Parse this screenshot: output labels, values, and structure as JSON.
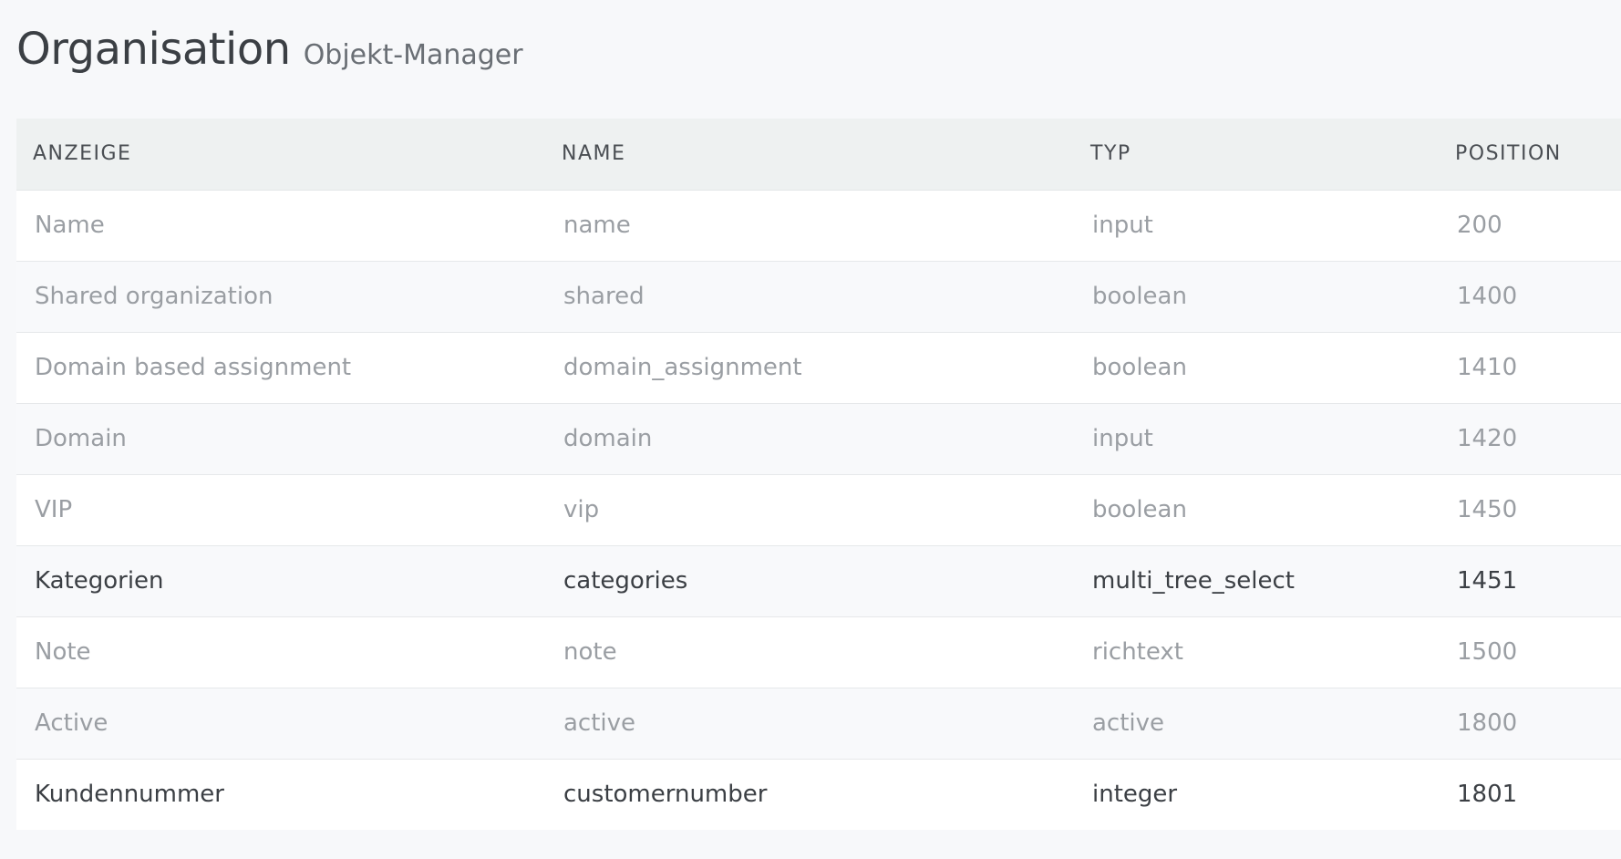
{
  "header": {
    "title": "Organisation",
    "subtitle": "Objekt-Manager"
  },
  "table": {
    "columns": [
      "ANZEIGE",
      "NAME",
      "TYP",
      "POSITION"
    ],
    "rows": [
      {
        "display": "Name",
        "name": "name",
        "type": "input",
        "position": "200",
        "active": false
      },
      {
        "display": "Shared organization",
        "name": "shared",
        "type": "boolean",
        "position": "1400",
        "active": false
      },
      {
        "display": "Domain based assignment",
        "name": "domain_assignment",
        "type": "boolean",
        "position": "1410",
        "active": false
      },
      {
        "display": "Domain",
        "name": "domain",
        "type": "input",
        "position": "1420",
        "active": false
      },
      {
        "display": "VIP",
        "name": "vip",
        "type": "boolean",
        "position": "1450",
        "active": false
      },
      {
        "display": "Kategorien",
        "name": "categories",
        "type": "multi_tree_select",
        "position": "1451",
        "active": true
      },
      {
        "display": "Note",
        "name": "note",
        "type": "richtext",
        "position": "1500",
        "active": false
      },
      {
        "display": "Active",
        "name": "active",
        "type": "active",
        "position": "1800",
        "active": false
      },
      {
        "display": "Kundennummer",
        "name": "customernumber",
        "type": "integer",
        "position": "1801",
        "active": true
      }
    ]
  },
  "colors": {
    "background": "#f7f8fa",
    "header_row": "#eef1f1",
    "text_active": "#3b3f44",
    "text_muted": "#9a9ea3"
  }
}
